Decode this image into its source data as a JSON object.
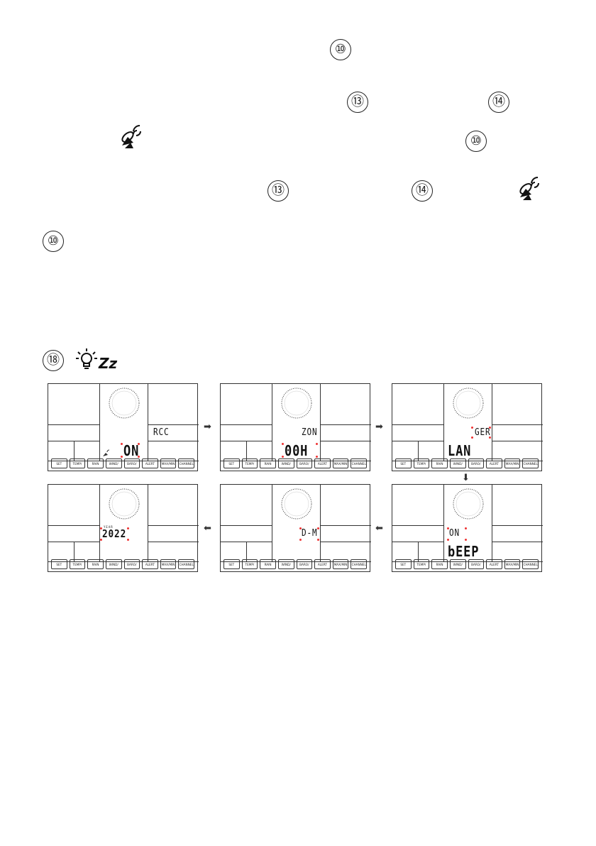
{
  "markers": {
    "row1": "⑩",
    "row2a": "⑬",
    "row2b": "⑭",
    "row3": "⑩",
    "row4a": "⑬",
    "row4b": "⑭",
    "row5": "⑩",
    "row6": "⑱"
  },
  "icons": {
    "satellite": "satellite-dish-icon",
    "light": "bulb-icon",
    "sleep": "zz-icon",
    "sleep_text": "Zz"
  },
  "buttons": [
    "SET",
    "TEMP/",
    "RAIN",
    "WIND/",
    "BARO/",
    "ALERT",
    "MAX/MIN",
    "CHANNEL"
  ],
  "panels": [
    {
      "top": "RCC",
      "main": "ON",
      "has_icon": true
    },
    {
      "top": "ZON",
      "main": "00H"
    },
    {
      "top": "GER",
      "main": "LAN"
    },
    {
      "top": "",
      "main": "ON",
      "bottom": "bEEP"
    },
    {
      "top": "",
      "main": "D-M"
    },
    {
      "top": "YEAR",
      "main": "2022"
    }
  ],
  "arrows": {
    "right": "➡",
    "down": "⬇",
    "left": "⬅"
  },
  "colors": {
    "blink": "#e33",
    "ink": "#222"
  }
}
